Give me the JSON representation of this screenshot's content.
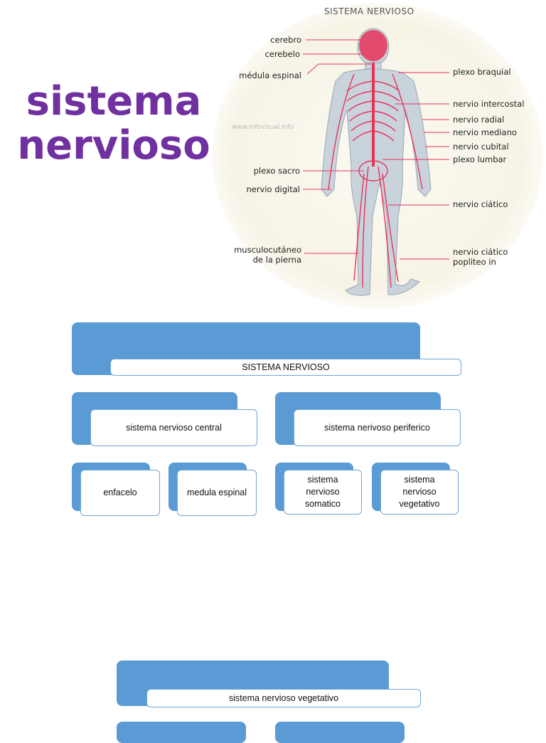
{
  "page_title_line1": "sistema",
  "page_title_line2": "nervioso",
  "illustration": {
    "header": "SISTEMA NERVIOSO",
    "watermark": "www.infovisual.info",
    "labels_left": [
      "cerebro",
      "cerebelo",
      "médula espinal",
      "plexo sacro",
      "nervio digital",
      "musculocutáneo",
      "de la pierna"
    ],
    "labels_right": [
      "plexo braquial",
      "nervio intercostal",
      "nervio radial",
      "nervio mediano",
      "nervio cubital",
      "plexo lumbar",
      "nervio ciático",
      "nervio ciático",
      "popliteo in"
    ]
  },
  "diagram1": {
    "root": "SISTEMA NERVIOSO",
    "left_branch": {
      "label": "sistema nervioso central",
      "children": [
        "enfacelo",
        "medula espinal"
      ]
    },
    "right_branch": {
      "label": "sistema nerivoso periferico",
      "children": [
        "sistema nervioso somatico",
        "sistema nervioso vegetativo"
      ]
    }
  },
  "diagram2": {
    "root": "sistema nervioso vegetativo"
  },
  "colors": {
    "title": "#7030a0",
    "box_fill": "#5b9bd5",
    "box_border": "#6fa6d9",
    "nerve": "#e8325a"
  }
}
